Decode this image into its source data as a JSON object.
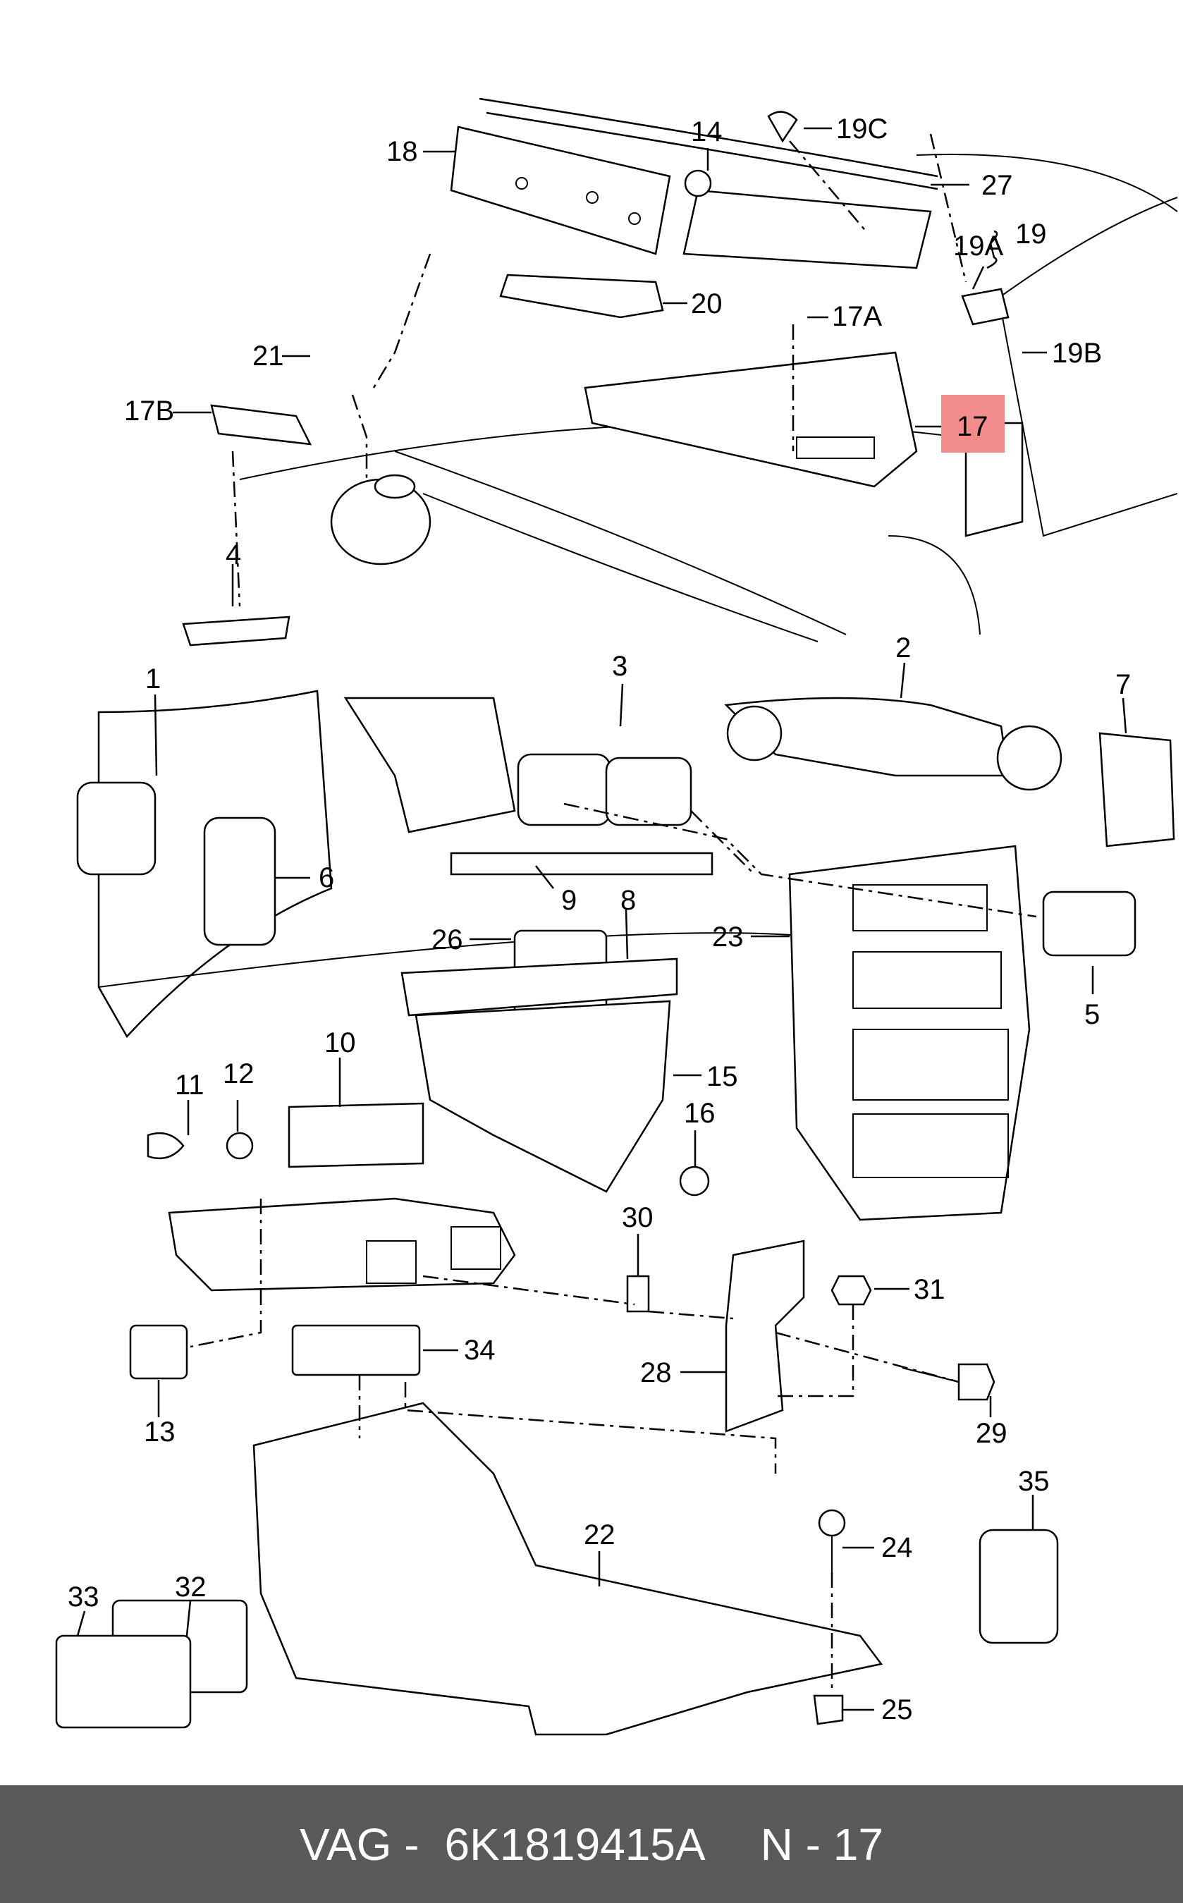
{
  "labels": {
    "l1": "1",
    "l2": "2",
    "l3": "3",
    "l4": "4",
    "l5": "5",
    "l6": "6",
    "l7": "7",
    "l8": "8",
    "l9": "9",
    "l10": "10",
    "l11": "11",
    "l12": "12",
    "l13": "13",
    "l14": "14",
    "l15": "15",
    "l16": "16",
    "l17": "17",
    "l17A": "17A",
    "l17B": "17B",
    "l18": "18",
    "l19": "19",
    "l19A": "19A",
    "l19B": "19B",
    "l19C": "19C",
    "l20": "20",
    "l21": "21",
    "l22": "22",
    "l23": "23",
    "l24": "24",
    "l25": "25",
    "l26": "26",
    "l27": "27",
    "l28": "28",
    "l29": "29",
    "l30": "30",
    "l31": "31",
    "l32": "32",
    "l33": "33",
    "l34": "34",
    "l35": "35"
  },
  "highlight": {
    "color": "#f28b8b"
  },
  "footer": {
    "brand": "VAG -",
    "part_number": "6K1819415A",
    "position": "N - 17"
  }
}
